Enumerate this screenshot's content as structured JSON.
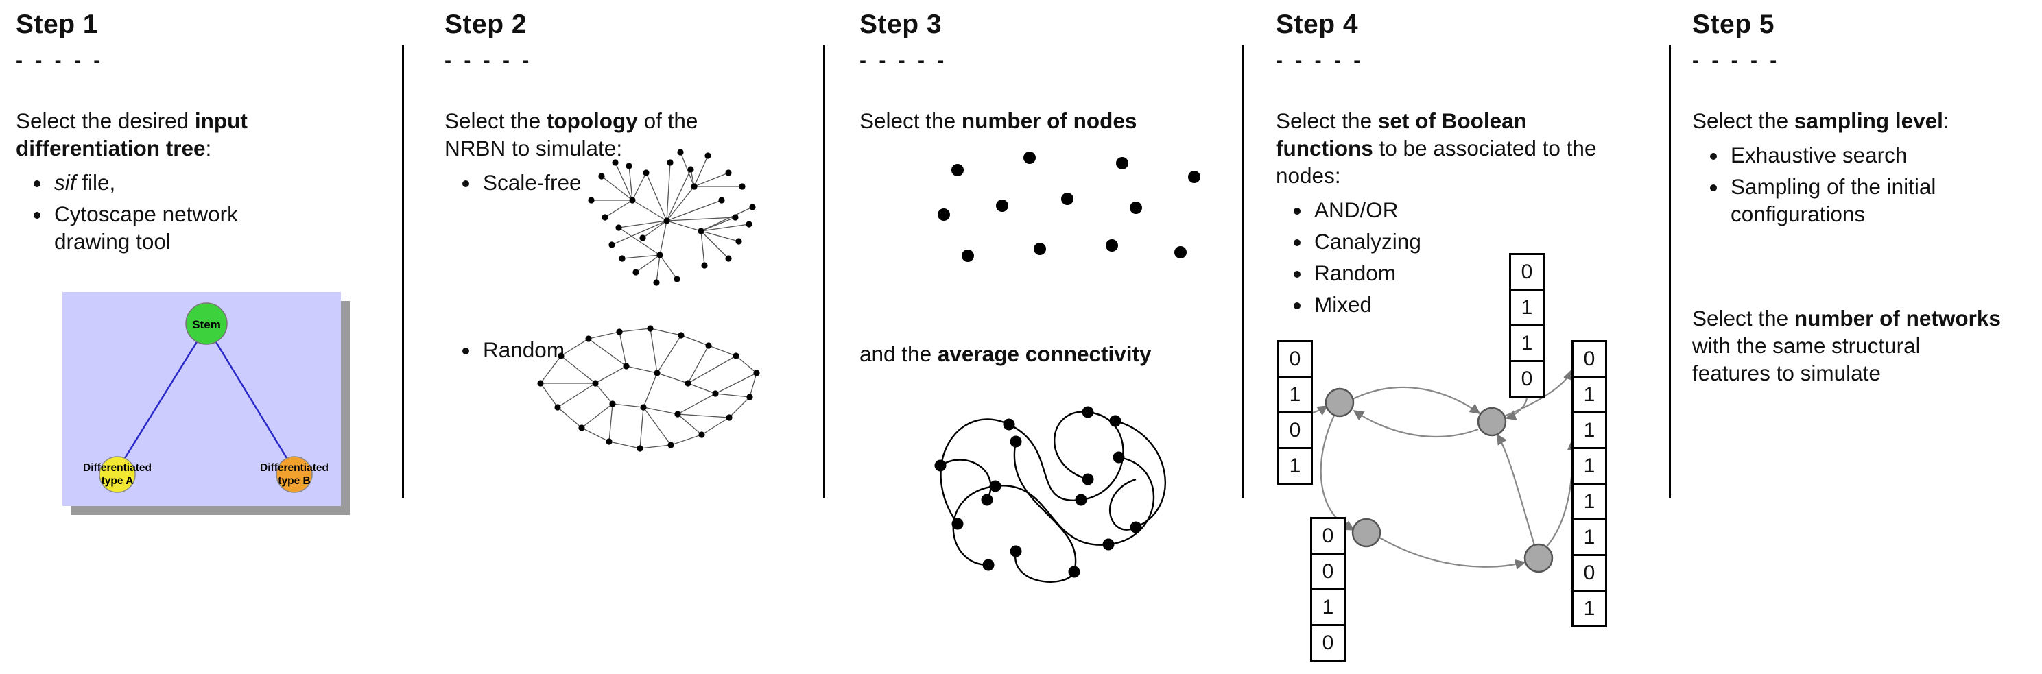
{
  "colors": {
    "stem_node": "#3ed13e",
    "type_a_node": "#f2e832",
    "type_b_node": "#f2a12e",
    "tree_background": "#ccccff",
    "tree_edge": "#2929c8",
    "graph_node": "#a8a8a8"
  },
  "step1": {
    "title": "Step 1",
    "dashes": "- - - - -",
    "intro_pre": "Select the desired ",
    "intro_bold": "input differentiation tree",
    "intro_post": ":",
    "bullet1_italic": "sif",
    "bullet1_rest": " file,",
    "bullet2": "Cytoscape network drawing tool",
    "tree": {
      "root_label": "Stem",
      "left_label_line1": "Differentiated",
      "left_label_line2": "type A",
      "right_label_line1": "Differentiated",
      "right_label_line2": "type B"
    }
  },
  "step2": {
    "title": "Step 2",
    "dashes": "- - - - -",
    "intro_pre": "Select the ",
    "intro_bold": "topology",
    "intro_post": " of the NRBN to simulate:",
    "bullet1": "Scale-free",
    "bullet2": "Random"
  },
  "step3": {
    "title": "Step 3",
    "dashes": "- - - - -",
    "line1_pre": "Select the ",
    "line1_bold": "number of nodes",
    "line2_pre": "and the ",
    "line2_bold": "average connectivity"
  },
  "step4": {
    "title": "Step 4",
    "dashes": "- - - - -",
    "intro_pre": "Select the ",
    "intro_bold": "set of Boolean functions",
    "intro_post": " to be associated to the nodes:",
    "bullets": [
      "AND/OR",
      "Canalyzing",
      "Random",
      "Mixed"
    ],
    "truth_tables": {
      "top": [
        "0",
        "1",
        "1",
        "0"
      ],
      "left": [
        "0",
        "1",
        "0",
        "1"
      ],
      "bottom_left": [
        "0",
        "0",
        "1",
        "0"
      ],
      "right": [
        "0",
        "1",
        "1",
        "1",
        "1",
        "1",
        "0",
        "1"
      ]
    }
  },
  "step5": {
    "title": "Step 5",
    "dashes": "- - - - -",
    "intro_pre": "Select the ",
    "intro_bold": "sampling level",
    "intro_post": ":",
    "bullets": [
      "Exhaustive search",
      "Sampling of the initial configurations"
    ],
    "para2_pre": "Select the ",
    "para2_bold": "number of networks",
    "para2_post": " with the same structural features to simulate"
  }
}
